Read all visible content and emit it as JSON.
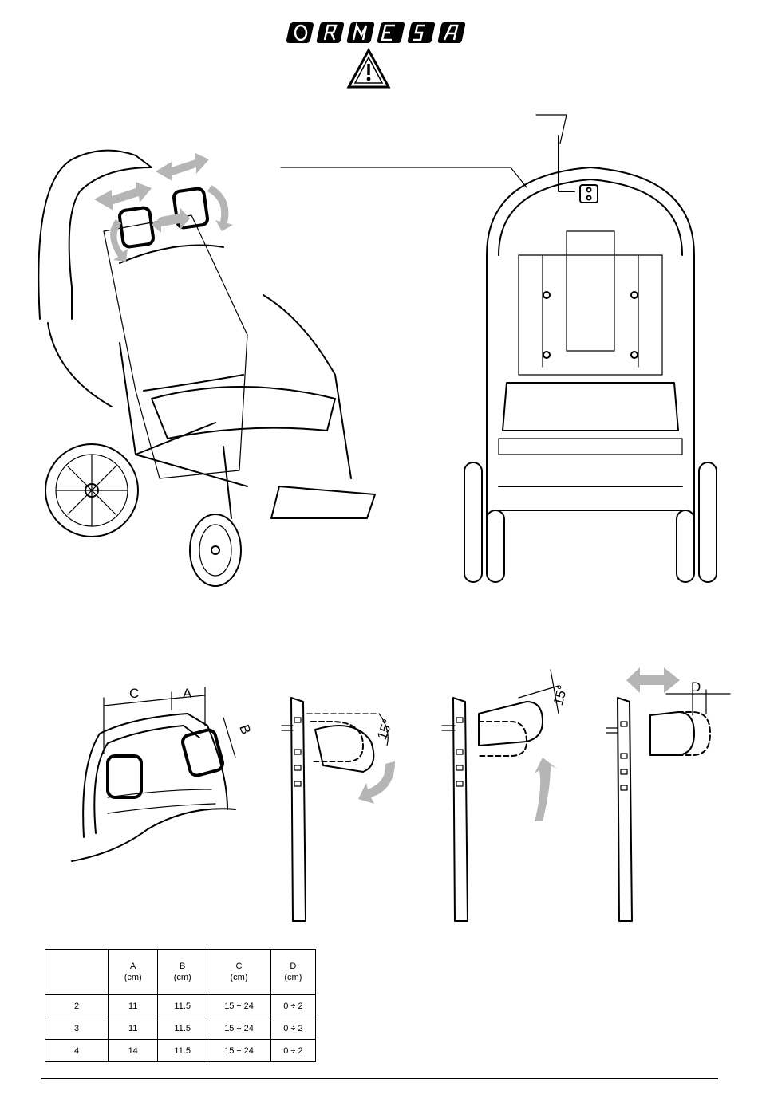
{
  "header": {
    "brand_letters": [
      "O",
      "R",
      "M",
      "E",
      "S",
      "A"
    ],
    "warning_icon": "warning-triangle-icon"
  },
  "figures": {
    "detail1": {
      "label_c": "C",
      "label_a": "A",
      "label_b": "B"
    },
    "detail2": {
      "angle": "15°"
    },
    "detail3": {
      "angle": "15°"
    },
    "detail4": {
      "label_d": "D"
    }
  },
  "table": {
    "headers": [
      {
        "name": "",
        "unit": ""
      },
      {
        "name": "A",
        "unit": "(cm)"
      },
      {
        "name": "B",
        "unit": "(cm)"
      },
      {
        "name": "C",
        "unit": "(cm)"
      },
      {
        "name": "D",
        "unit": "(cm)"
      }
    ],
    "rows": [
      [
        "2",
        "11",
        "11.5",
        "15 ÷ 24",
        "0 ÷ 2"
      ],
      [
        "3",
        "11",
        "11.5",
        "15 ÷ 24",
        "0 ÷ 2"
      ],
      [
        "4",
        "14",
        "11.5",
        "15 ÷ 24",
        "0 ÷ 2"
      ]
    ]
  }
}
